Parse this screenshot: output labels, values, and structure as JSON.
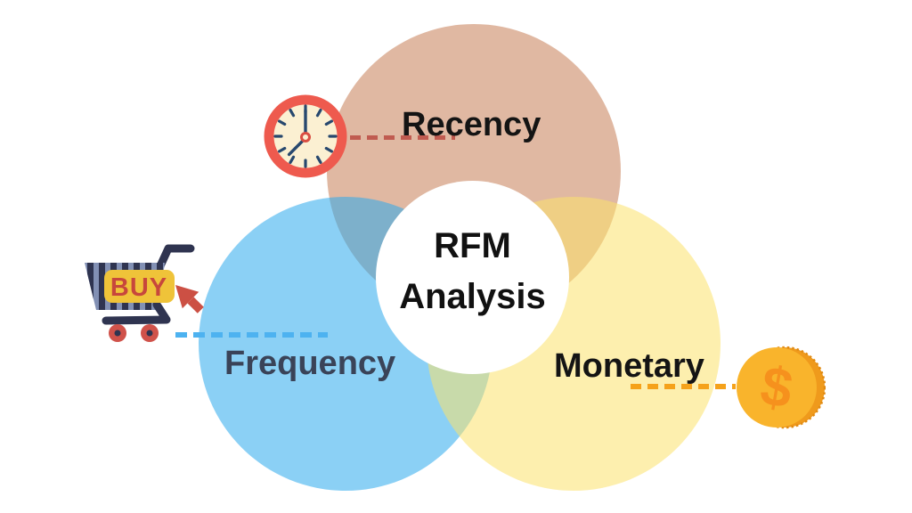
{
  "diagram": {
    "type": "venn",
    "title": {
      "line1": "RFM",
      "line2": "Analysis"
    },
    "sets": [
      {
        "name": "Recency",
        "circle_color": "#E0B8A2",
        "label_color": "#141414",
        "connector_color": "#C05B50",
        "icon": "clock-icon"
      },
      {
        "name": "Frequency",
        "circle_color": "#8BD0F5",
        "label_color": "#3A4358",
        "connector_color": "#4DB2F0",
        "icon": "shopping-cart-icon"
      },
      {
        "name": "Monetary",
        "circle_color": "#FDEFAE",
        "label_color": "#141414",
        "connector_color": "#F5A21B",
        "icon": "dollar-coin-icon"
      }
    ],
    "overlap_colors": {
      "recency_frequency": "#7DB0CB",
      "recency_monetary": "#EFCF84",
      "frequency_monetary": "#C8DAAA"
    },
    "center_circle_color": "#FFFFFF",
    "icons": {
      "clock": {
        "ring_color": "#EE5A4E",
        "face_color": "#FBF0D2",
        "hands_color": "#27486E"
      },
      "cart": {
        "frame_color": "#2F3450",
        "basket_color": "#8290B4",
        "tag_color": "#EFC339",
        "tag_text": "BUY",
        "tag_text_color": "#C7473C",
        "wheel_color": "#D0524A",
        "cursor_color": "#CC5044"
      },
      "coin": {
        "face_color": "#F9B42C",
        "edge_color": "#EF9A1C",
        "symbol": "$",
        "symbol_color": "#F6911D"
      }
    }
  }
}
